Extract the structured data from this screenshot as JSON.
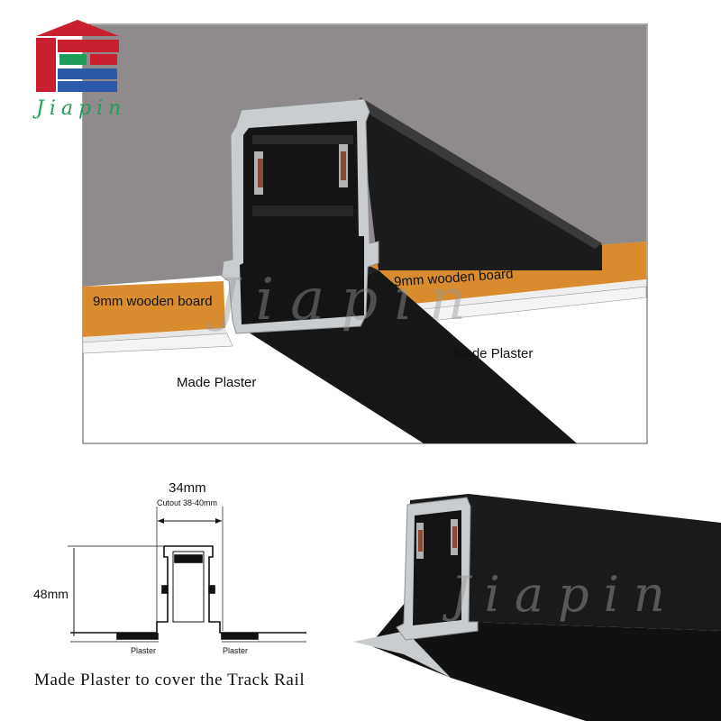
{
  "brand": {
    "logo_text": "Jiapin",
    "watermark": "Jiapin"
  },
  "colors": {
    "ceiling": "#8f8b8c",
    "wood": "#d98c2e",
    "rail": "#141414",
    "aluminium": "#c9cdd0",
    "logo_red": "#c8202f",
    "logo_blue": "#2b5aa8",
    "logo_green": "#1f9e5a"
  },
  "top_illustration": {
    "board_left_label": "9mm wooden board",
    "board_right_label": "9mm wooden board",
    "plaster_left_label": "Made Plaster",
    "plaster_right_label": "Made Plaster"
  },
  "diagram": {
    "width_label": "34mm",
    "cutout_label": "Cutout 38-40mm",
    "height_label": "48mm",
    "plaster_left": "Plaster",
    "plaster_right": "Plaster"
  },
  "caption": "Made Plaster to cover the Track Rail",
  "icons": [
    "logo-icon",
    "track-rail-profile-icon"
  ]
}
